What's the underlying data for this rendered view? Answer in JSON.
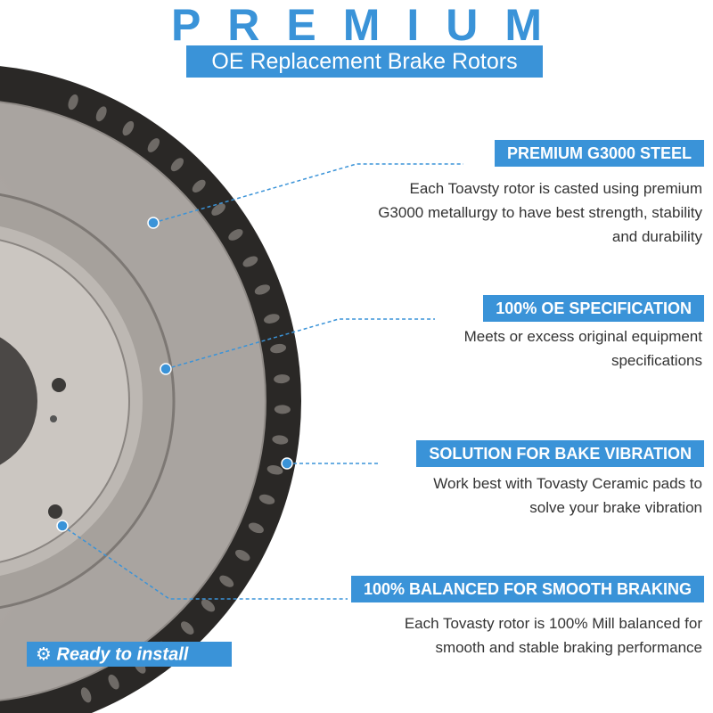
{
  "header": {
    "title": "PREMIUM",
    "subtitle": "OE Replacement Brake Rotors"
  },
  "features": [
    {
      "title": "PREMIUM G3000 STEEL",
      "desc": "Each Toavsty rotor is casted using premium G3000 metallurgy to have best strength, stability and durability"
    },
    {
      "title": "100% OE SPECIFICATION",
      "desc": "Meets or excess original equipment specifications"
    },
    {
      "title": "SOLUTION FOR BAKE VIBRATION",
      "desc": "Work best with Tovasty Ceramic pads to solve your brake vibration"
    },
    {
      "title": "100% BALANCED FOR SMOOTH BRAKING",
      "desc": "Each Tovasty rotor is 100% Mill balanced for smooth and stable braking performance"
    }
  ],
  "badge": {
    "label": "Ready to install",
    "icon": "gear-wrench-icon"
  },
  "colors": {
    "accent": "#3a93d8"
  }
}
